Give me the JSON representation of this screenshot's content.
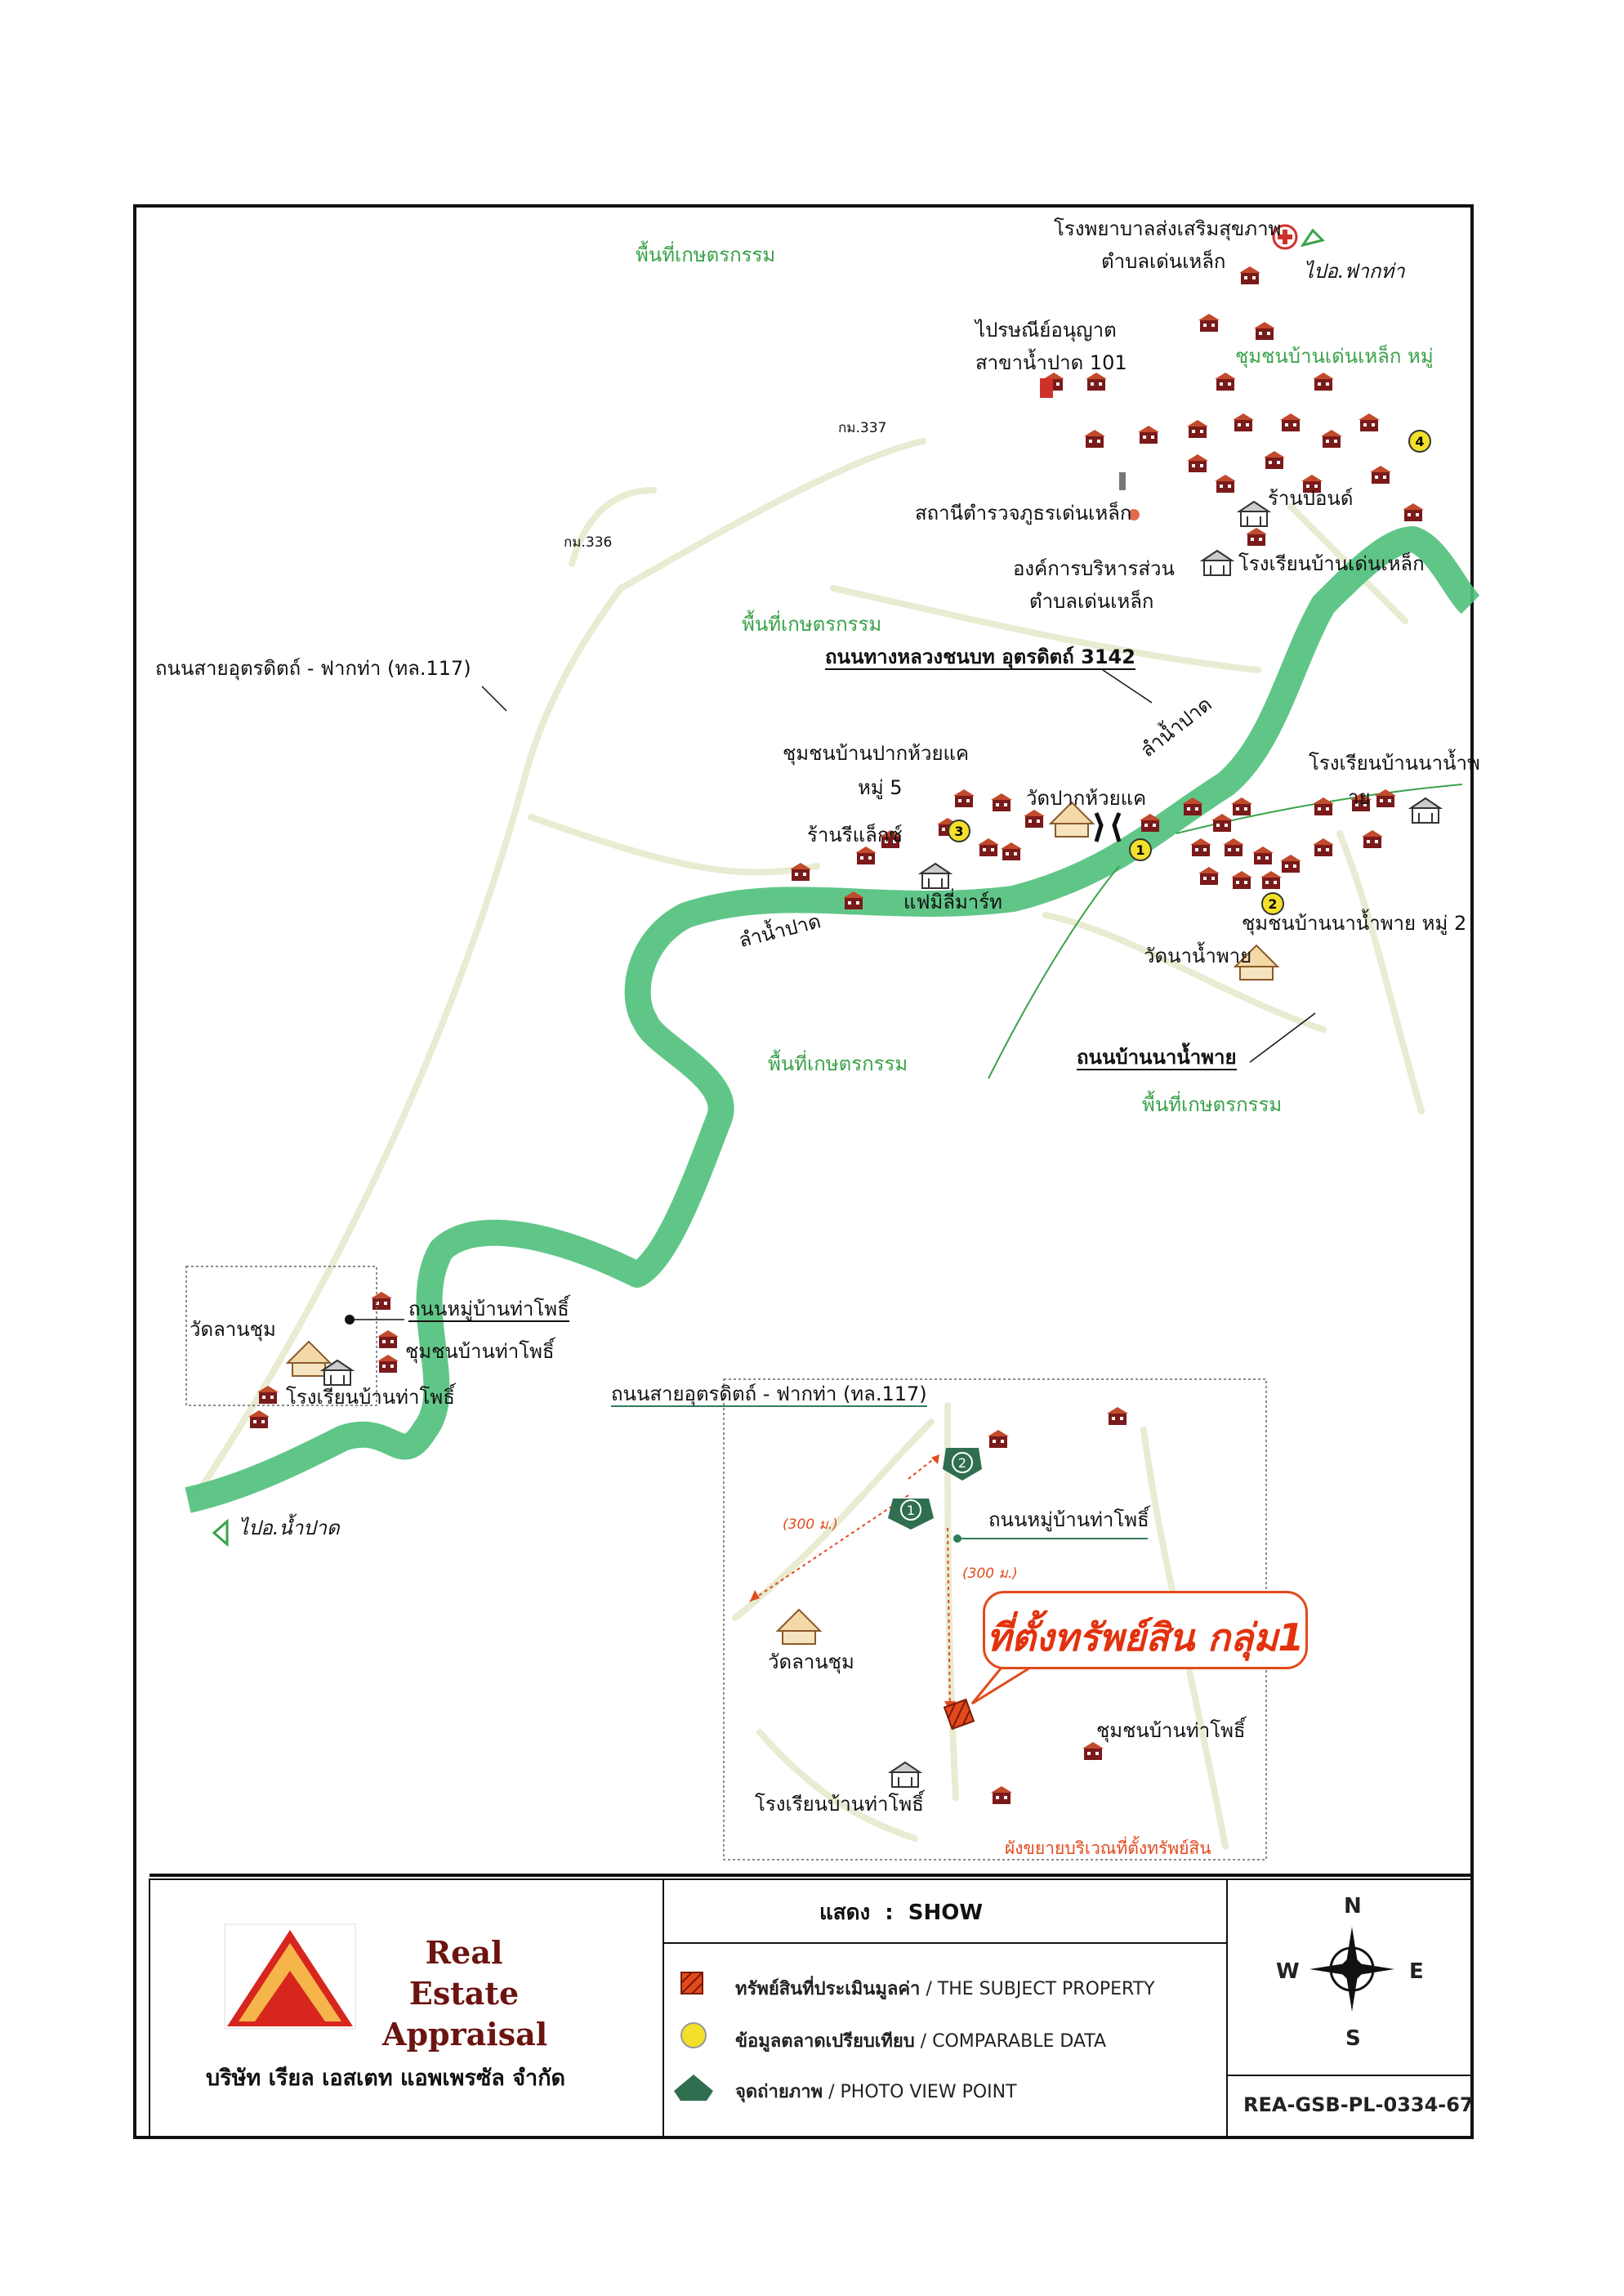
{
  "map": {
    "landmarks": {
      "hospital": [
        "โรงพยาบาลส่งเสริมสุขภาพ",
        "ตำบลเด่นเหล็ก"
      ],
      "to_fakatha": "ไปอ.ฟากท่า",
      "post_office": [
        "ไปรษณีย์อนุญาต",
        "สาขาน้ำปาด 101"
      ],
      "km337": "กม.337",
      "km336": "กม.336",
      "community_denlek": "ชุมชนบ้านเด่นเหล็ก หมู่",
      "shop": "ร้านปอนด์",
      "police": "สถานีตำรวจภูธรเด่นเหล็ก",
      "sao": [
        "องค์การบริหารส่วน",
        "ตำบลเด่นเหล็ก"
      ],
      "school_denlek": "โรงเรียนบ้านเด่นเหล็ก",
      "road_117_top": "ถนนสายอุตรดิตถ์ - ฟากท่า (ทล.117)",
      "rural_road": "ถนนทางหลวงชนบท อุตรดิตถ์ 3142",
      "community_pakhuai": [
        "ชุมชนบ้านปากห้วยแค",
        "หมู่ 5"
      ],
      "wat_pakhuai": "วัดปากห้วยแค",
      "river_name": "ลำน้ำปาด",
      "school_naphai": [
        "โรงเรียนบ้านนาน้ำพ",
        "าย"
      ],
      "shop_relax": "ร้านรีแล็กซ์",
      "family_mart": "แฟมิลี่มาร์ท",
      "community_naphai": "ชุมชนบ้านนาน้ำพาย หมู่ 2",
      "wat_naphai": "วัดนาน้ำพาย",
      "road_naphai": "ถนนบ้านนาน้ำพาย",
      "wat_lanchum": "วัดลานชุม",
      "road_thapho": "ถนนหมู่บ้านท่าโพธิ์",
      "community_thapho": "ชุมชนบ้านท่าโพธิ์",
      "school_thapho": "โรงเรียนบ้านท่าโพธิ์",
      "to_nampat": "ไปอ.น้ำปาด"
    },
    "agri_label": "พื้นที่เกษตรกรรม",
    "comparables": [
      "1",
      "2",
      "3",
      "4"
    ]
  },
  "inset": {
    "road_117": "ถนนสายอุตรดิตถ์ - ฟากท่า (ทล.117)",
    "road_thapho": "ถนนหมู่บ้านท่าโพธิ์",
    "dist_1": "(300 ม.)",
    "dist_2": "(300 ม.)",
    "callout": "ที่ตั้งทรัพย์สิน กลุ่ม1",
    "wat": "วัดลานชุม",
    "community": "ชุมชนบ้านท่าโพธิ์",
    "school": "โรงเรียนบ้านท่าโพธิ์",
    "caption": "ผังขยายบริเวณที่ตั้งทรัพย์สิน",
    "photo_points": [
      "1",
      "2"
    ]
  },
  "legend": {
    "company": [
      "Real",
      "Estate",
      "Appraisal"
    ],
    "company_th": "บริษัท เรียล เอสเตท แอพเพรซัล จำกัด",
    "title": "แสดง  :  SHOW",
    "items": [
      {
        "th": "ทรัพย์สินที่ประเมินมูลค่า",
        "en": " / THE SUBJECT PROPERTY"
      },
      {
        "th": "ข้อมูลตลาดเปรียบเทียบ",
        "en": " / COMPARABLE DATA"
      },
      {
        "th": "จุดถ่ายภาพ",
        "en": " / PHOTO VIEW POINT"
      }
    ],
    "compass": {
      "n": "N",
      "s": "S",
      "e": "E",
      "w": "W"
    },
    "ref": "REA-GSB-PL-0334-67"
  },
  "colors": {
    "river": "#4fc07b",
    "agri": "#3aa24a",
    "property": "#e24a1c",
    "comparable": "#f4e02a",
    "photo": "#2f6e4e"
  }
}
